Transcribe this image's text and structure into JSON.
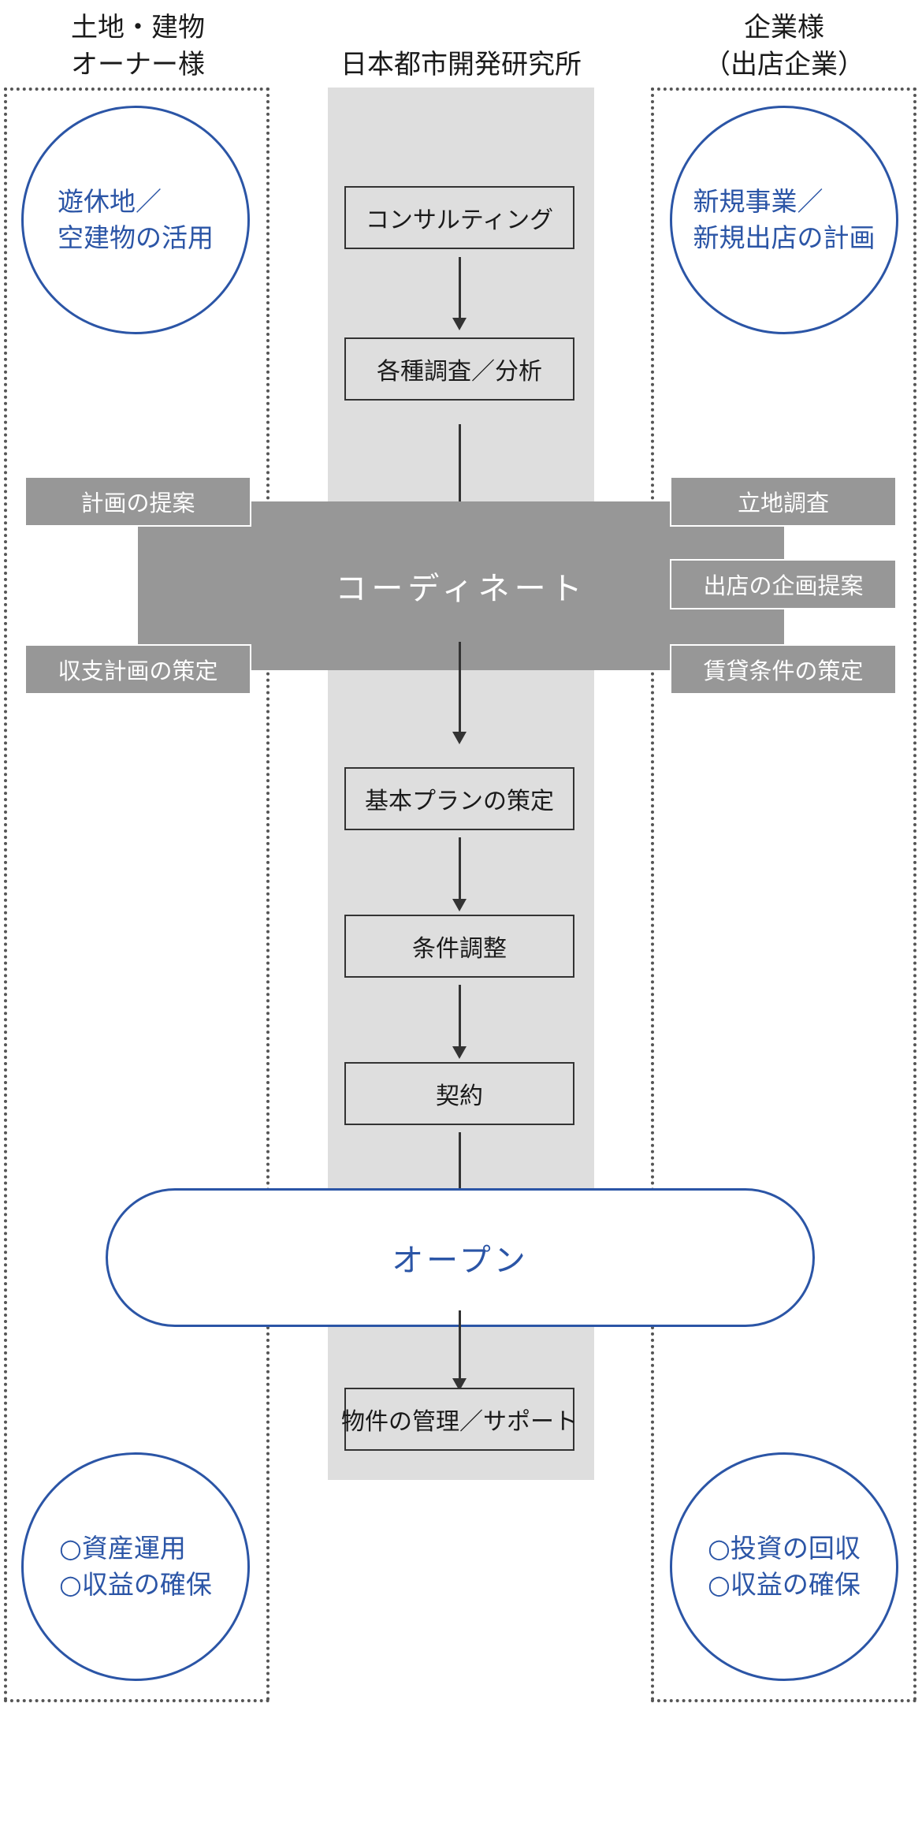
{
  "headers": {
    "owner_line1": "土地・建物",
    "owner_line2": "オーナー様",
    "center": "日本都市開発研究所",
    "company_line1": "企業様",
    "company_line2": "（出店企業）"
  },
  "owner_top": {
    "line1": "遊休地／",
    "line2": "空建物の活用"
  },
  "company_top": {
    "line1": "新規事業／",
    "line2": "新規出店の計画"
  },
  "steps": {
    "s1": "コンサルティング",
    "s2": "各種調査／分析",
    "s3": "基本プランの策定",
    "s4": "条件調整",
    "s5": "契約",
    "s6": "物件の管理／サポート"
  },
  "coordinate": "コーディネート",
  "owner_tags": {
    "t1": "計画の提案",
    "t2": "収支計画の策定"
  },
  "company_tags": {
    "t1": "立地調査",
    "t2": "出店の企画提案",
    "t3": "賃貸条件の策定"
  },
  "open": "オープン",
  "owner_bottom": {
    "line1": "○資産運用",
    "line2": "○収益の確保"
  },
  "company_bottom": {
    "line1": "○投資の回収",
    "line2": "○収益の確保"
  },
  "colors": {
    "accent_blue": "#2b55a6",
    "band_gray": "#dedede",
    "block_gray": "#979797",
    "line_dark": "#333333"
  }
}
